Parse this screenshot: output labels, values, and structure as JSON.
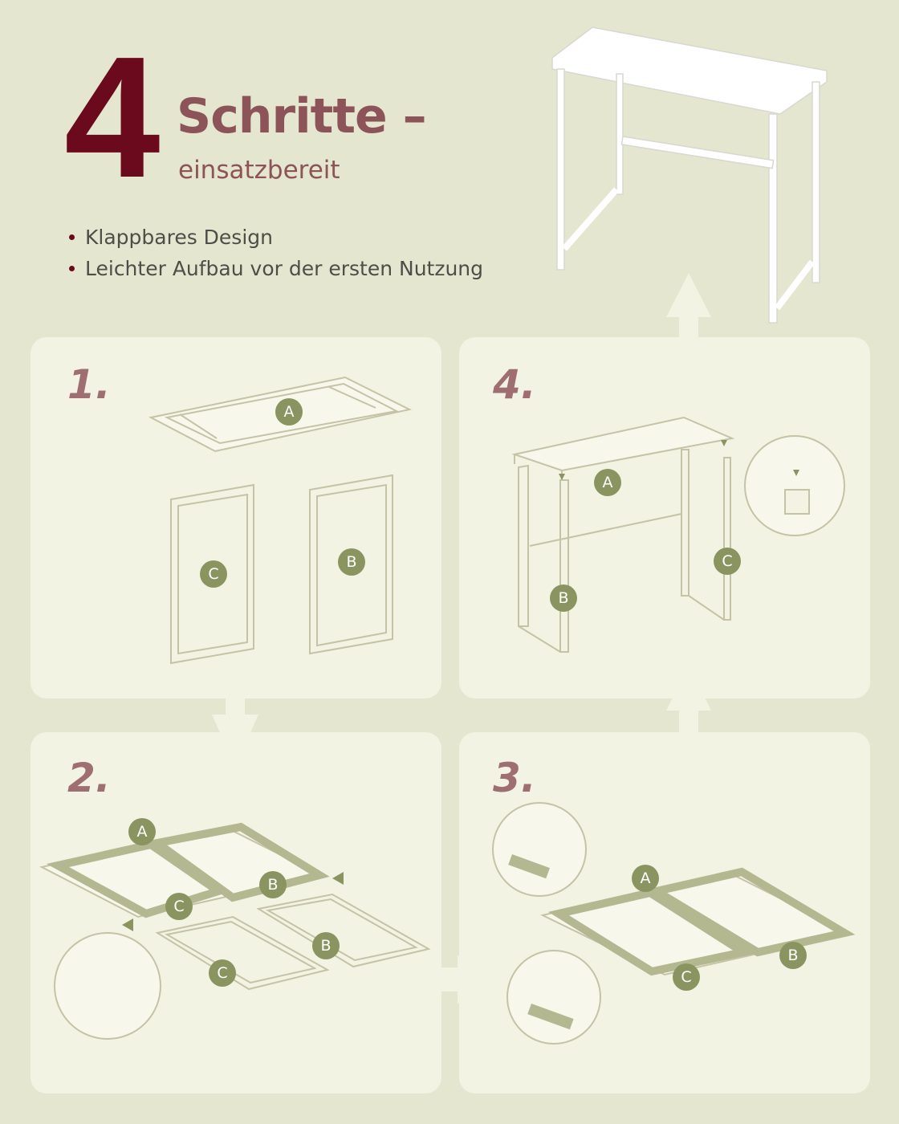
{
  "header": {
    "big_number": "4",
    "title": "Schritte –",
    "subtitle": "einsatzbereit"
  },
  "bullets": [
    "Klappbares Design",
    "Leichter Aufbau vor der ersten Nutzung"
  ],
  "steps": [
    {
      "label": "1.",
      "parts": [
        "A",
        "C",
        "B"
      ]
    },
    {
      "label": "2.",
      "parts": [
        "A",
        "B",
        "C",
        "B",
        "C"
      ]
    },
    {
      "label": "3.",
      "parts": [
        "A",
        "C",
        "B"
      ]
    },
    {
      "label": "4.",
      "parts": [
        "A",
        "B",
        "C"
      ]
    }
  ],
  "colors": {
    "background": "#e4e6cf",
    "panel": "#f2f3e3",
    "accent_dark_red": "#6a0a1c",
    "title_rose": "#8c5458",
    "badge_olive": "#8a9461",
    "frame_olive": "#b4b890"
  }
}
